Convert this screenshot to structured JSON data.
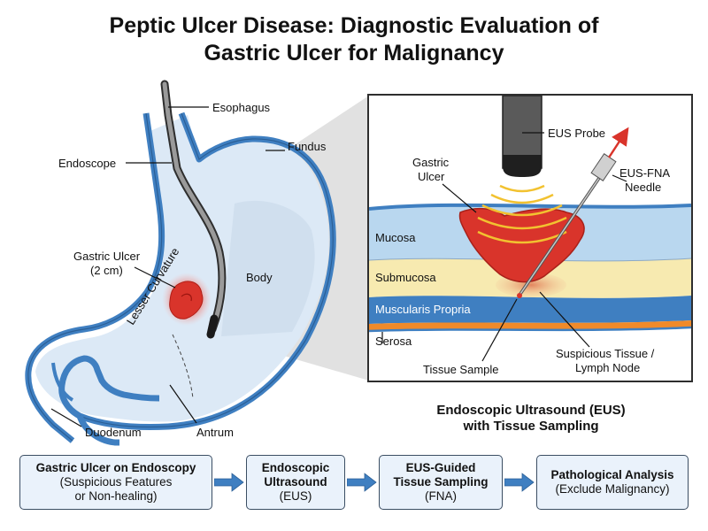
{
  "title": {
    "line1": "Peptic Ulcer Disease: Diagnostic Evaluation of",
    "line2": "Gastric Ulcer for Malignancy"
  },
  "stomach_labels": {
    "esophagus": "Esophagus",
    "fundus": "Fundus",
    "endoscope": "Endoscope",
    "ulcer_line1": "Gastric Ulcer",
    "ulcer_line2": "(2 cm)",
    "lesser_curvature": "Lesser Curvature",
    "body": "Body",
    "duodenum": "Duodenum",
    "antrum": "Antrum"
  },
  "inset_labels": {
    "eus_probe": "EUS Probe",
    "ulcer_line1": "Gastric",
    "ulcer_line2": "Ulcer",
    "needle_line1": "EUS-FNA",
    "needle_line2": "Needle",
    "mucosa": "Mucosa",
    "submucosa": "Submucosa",
    "muscularis": "Muscularis Propria",
    "serosa": "Serosa",
    "tissue_sample": "Tissue Sample",
    "suspicious_line1": "Suspicious Tissue /",
    "suspicious_line2": "Lymph Node"
  },
  "inset_caption": {
    "line1": "Endoscopic Ultrasound (EUS)",
    "line2": "with Tissue Sampling"
  },
  "flow": [
    {
      "title": "Gastric Ulcer on Endoscopy",
      "line2": "(Suspicious Features",
      "line3": "or Non-healing)"
    },
    {
      "title": "Endoscopic",
      "line2": "Ultrasound",
      "line3": "(EUS)"
    },
    {
      "title": "EUS-Guided",
      "line2": "Tissue Sampling",
      "line3": "(FNA)"
    },
    {
      "title": "Pathological Analysis",
      "line2": "(Exclude Malignancy)",
      "line3": ""
    }
  ],
  "colors": {
    "wall_blue": "#3f7fc1",
    "lumen_fill": "#dce9f6",
    "ulcer_red": "#d9342b",
    "mucosa": "#b9d7ef",
    "submucosa": "#f7eab0",
    "muscularis": "#3f7fc1",
    "serosa": "#f08a2a",
    "flow_box": "#eaf2fb",
    "arrow": "#3f7fc1"
  }
}
